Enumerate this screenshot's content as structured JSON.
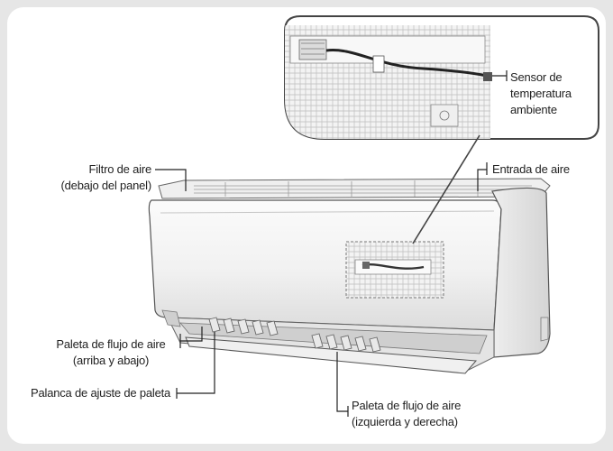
{
  "labels": {
    "sensor": [
      "Sensor de",
      "temperatura",
      "ambiente"
    ],
    "filter": [
      "Filtro de aire",
      "(debajo del panel)"
    ],
    "intake": [
      "Entrada de aire"
    ],
    "vane_updown": [
      "Paleta de flujo de aire",
      "(arriba y abajo)"
    ],
    "lever": [
      "Palanca de ajuste de paleta"
    ],
    "vane_lr": [
      "Paleta de flujo de aire",
      "(izquierda y derecha)"
    ]
  },
  "colors": {
    "background": "#e6e6e6",
    "card": "#ffffff",
    "unit_body": "#f4f4f4",
    "outline": "#555555",
    "leader": "#222222"
  }
}
